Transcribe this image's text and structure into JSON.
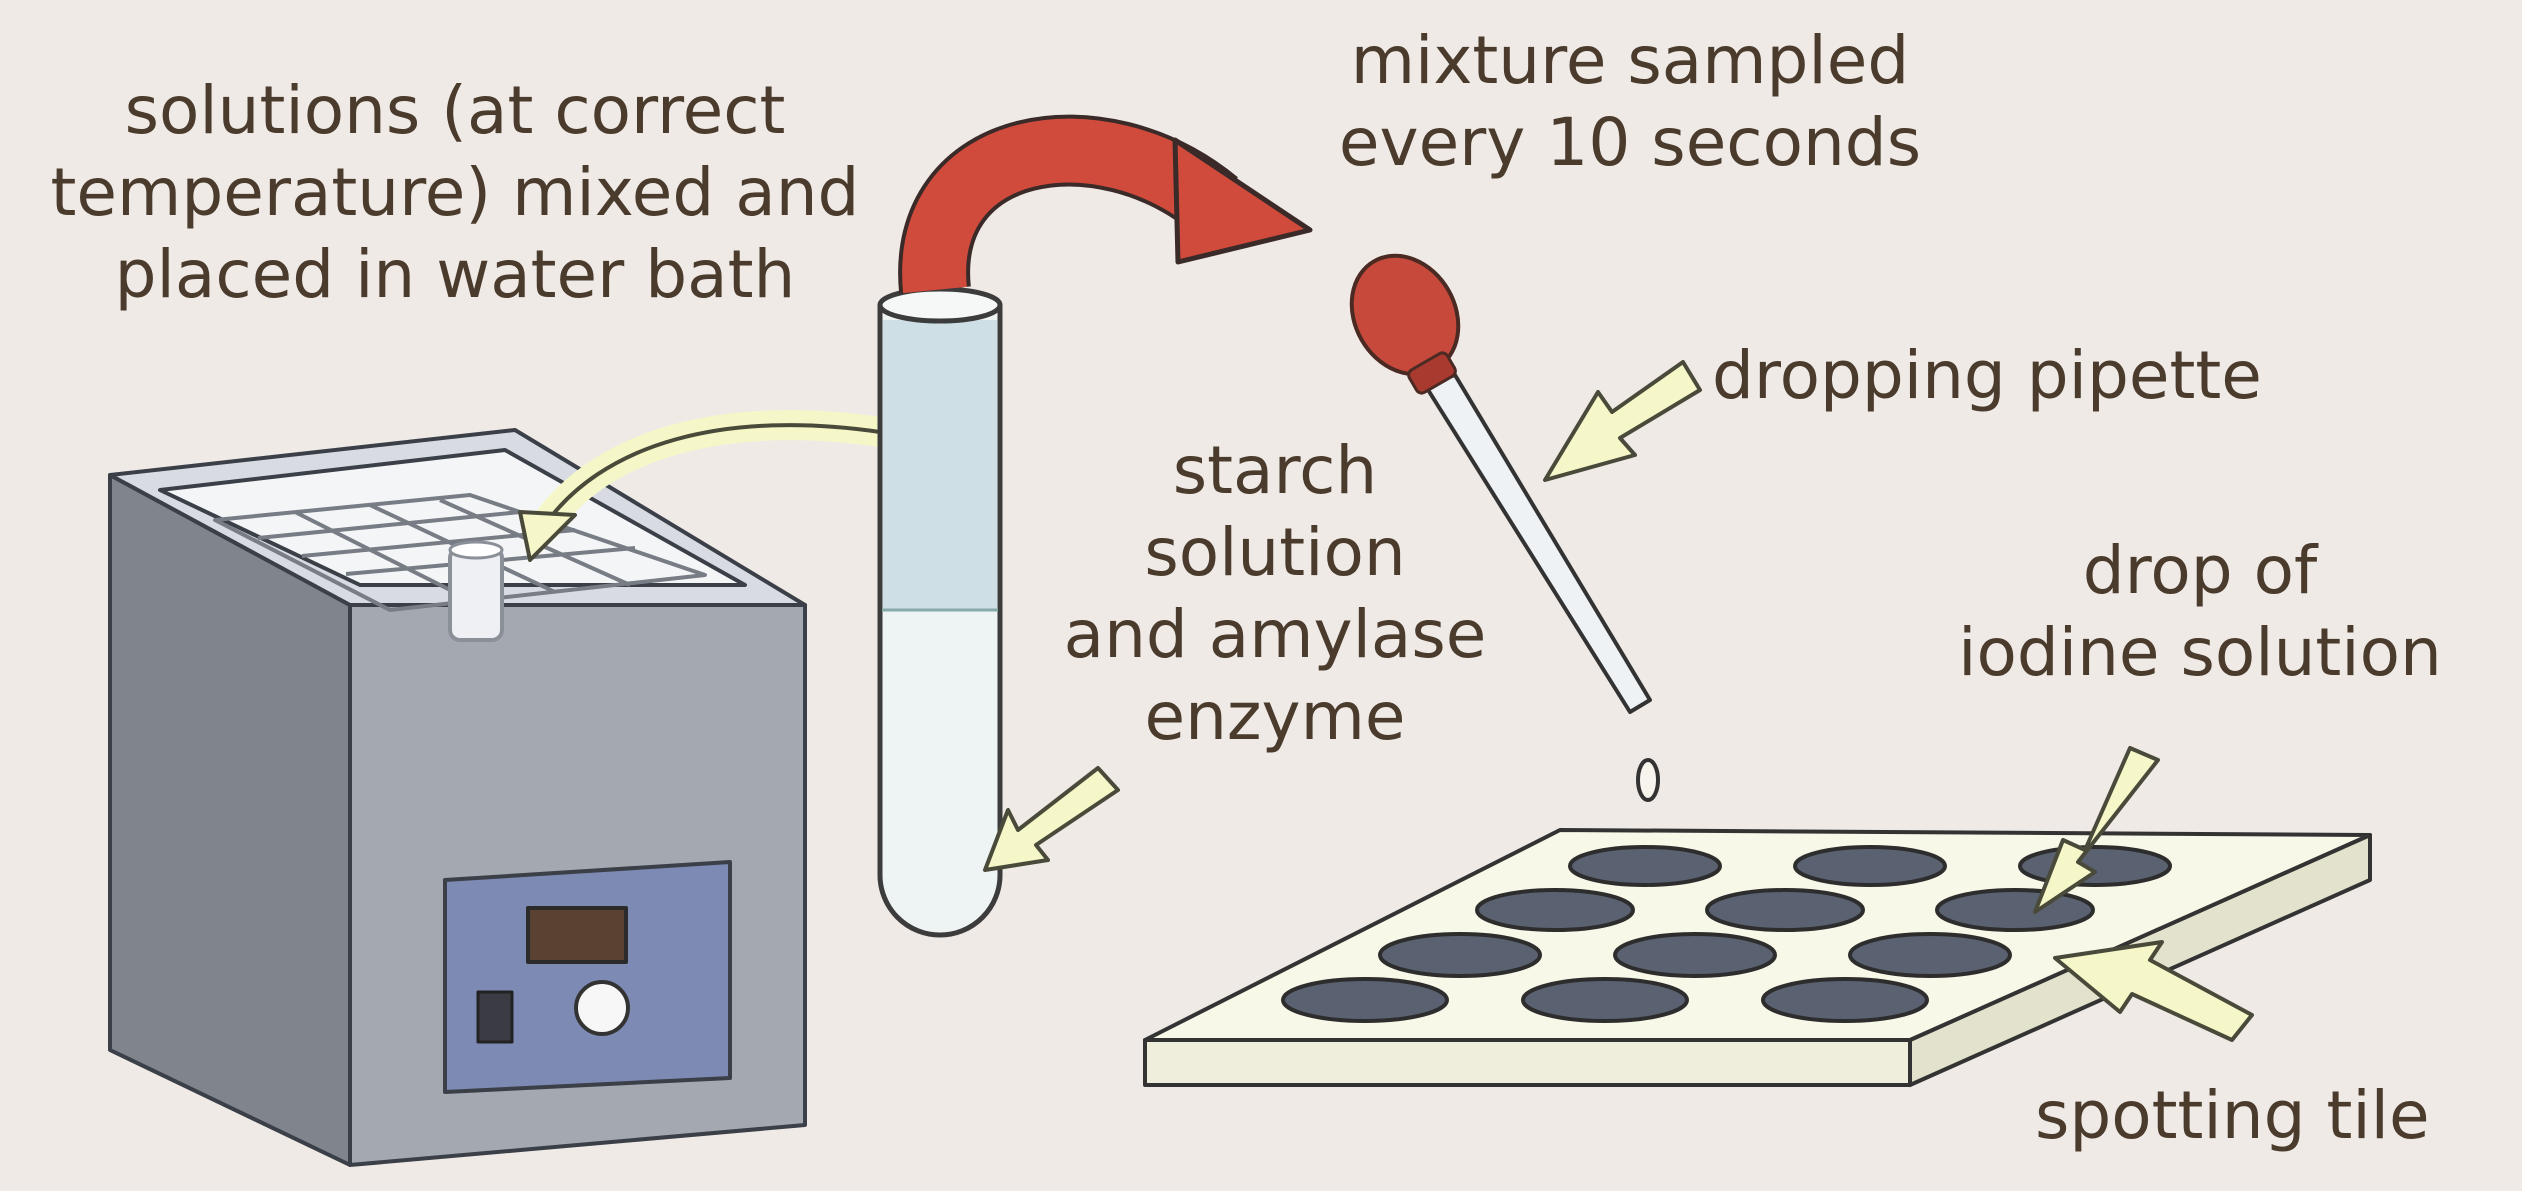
{
  "labels": {
    "water_bath_note": [
      "solutions (at correct",
      "temperature) mixed and",
      "placed in water bath"
    ],
    "sampling_note": [
      "mixture sampled",
      "every 10 seconds"
    ],
    "pipette": "dropping pipette",
    "tube_contents": [
      "starch",
      "solution",
      "and amylase",
      "enzyme"
    ],
    "iodine_drop": [
      "drop of",
      "iodine solution"
    ],
    "tile": "spotting tile"
  },
  "colors": {
    "background": "#efeae6",
    "text": "#4a3b2c",
    "red_arrow": "#cf4a3c",
    "pointer_arrow": "#f5f7c8",
    "water_bath_body": "#9ea3ad",
    "control_panel": "#7d8ab4"
  }
}
